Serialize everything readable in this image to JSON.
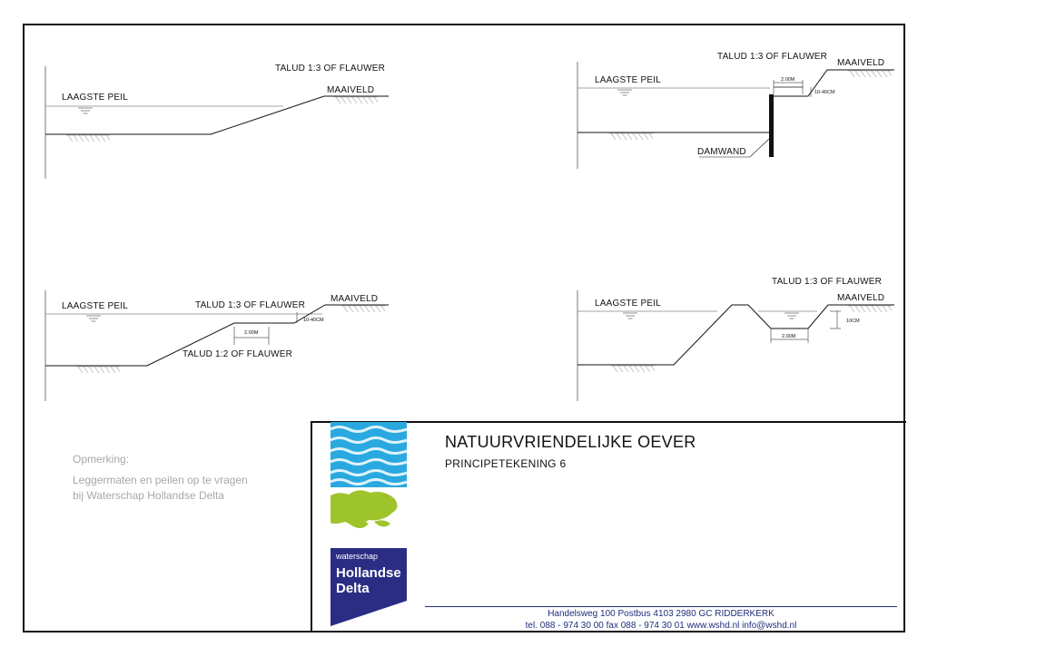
{
  "sections": {
    "top_left": {
      "laagste_peil": "LAAGSTE PEIL",
      "talud": "TALUD 1:3 OF FLAUWER",
      "maaiveld": "MAAIVELD"
    },
    "top_right": {
      "laagste_peil": "LAAGSTE PEIL",
      "talud": "TALUD 1:3 OF FLAUWER",
      "maaiveld": "MAAIVELD",
      "dim_width": "2.00M",
      "dim_depth": "10-40CM",
      "damwand": "DAMWAND"
    },
    "bottom_left": {
      "laagste_peil": "LAAGSTE PEIL",
      "talud_top": "TALUD 1:3 OF FLAUWER",
      "maaiveld": "MAAIVELD",
      "dim_depth": "10-40CM",
      "dim_width": "2.00M",
      "talud_bottom": "TALUD 1:2 OF FLAUWER"
    },
    "bottom_right": {
      "talud": "TALUD 1:3 OF FLAUWER",
      "laagste_peil": "LAAGSTE PEIL",
      "maaiveld": "MAAIVELD",
      "dim_depth": "10CM",
      "dim_width": "2.00M"
    }
  },
  "remark": {
    "heading": "Opmerking:",
    "line1": "Leggermaten en peilen op te vragen",
    "line2": "bij Waterschap Hollandse Delta"
  },
  "title_block": {
    "title": "NATUURVRIENDELIJKE OEVER",
    "subtitle": "PRINCIPETEKENING 6",
    "address": "Handelsweg 100  Postbus 4103  2980 GC  RIDDERKERK",
    "contact": "tel. 088 - 974 30 00  fax 088 - 974 30 01  www.wshd.nl  info@wshd.nl"
  },
  "logo": {
    "word1": "waterschap",
    "word2": "Hollandse",
    "word3": "Delta",
    "colors": {
      "water": "#2aa9e0",
      "land": "#9ec42c",
      "brand": "#2b2d84"
    }
  }
}
